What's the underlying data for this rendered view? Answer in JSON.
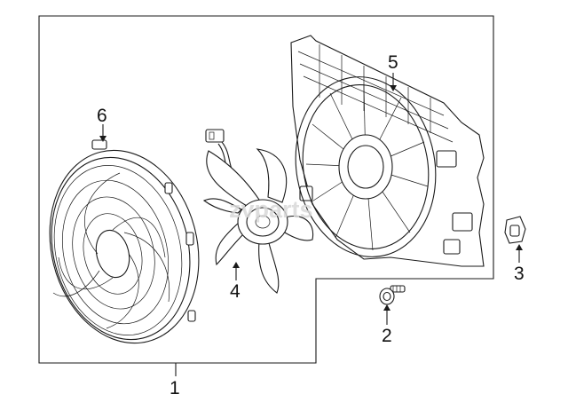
{
  "diagram": {
    "watermark": "zvparts",
    "callouts": [
      {
        "id": "1",
        "label": "1"
      },
      {
        "id": "2",
        "label": "2"
      },
      {
        "id": "3",
        "label": "3"
      },
      {
        "id": "4",
        "label": "4"
      },
      {
        "id": "5",
        "label": "5"
      },
      {
        "id": "6",
        "label": "6"
      }
    ],
    "colors": {
      "line": "#1a1a1a",
      "background": "#ffffff",
      "watermark": "#d8d8d8"
    }
  }
}
